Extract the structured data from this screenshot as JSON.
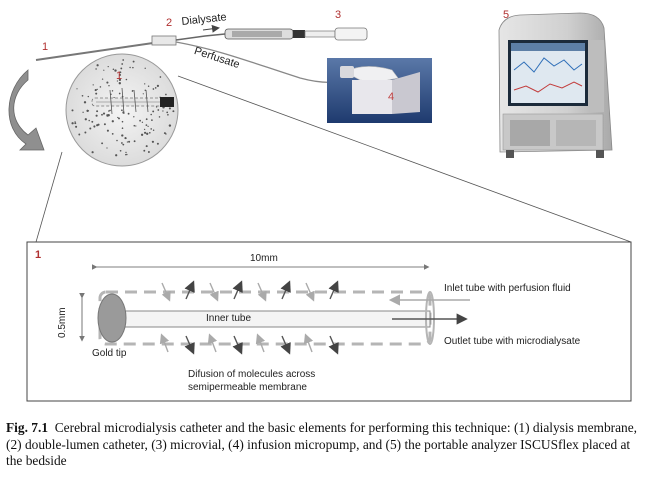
{
  "figure": {
    "top_labels": {
      "n1": "1",
      "n2": "2",
      "n3": "3",
      "n4": "4",
      "n5": "5",
      "dialysate": "Dialysate",
      "perfusate": "Perfusate",
      "inset_n1": "1"
    },
    "detail": {
      "panel_number": "1",
      "length": "10mm",
      "diameter": "0.5mm",
      "inlet": "Inlet tube with perfusion fluid",
      "outlet": "Outlet tube with microdialysate",
      "inner_tube": "Inner tube",
      "gold_tip": "Gold tip",
      "diffusion_line1": "Difusion of molecules across",
      "diffusion_line2": "semipermeable membrane"
    }
  },
  "caption": {
    "label": "Fig. 7.1",
    "text": "Cerebral microdialysis catheter and the basic elements for performing this technique: (1) dialysis membrane, (2) double-lumen catheter, (3) microvial, (4) infusion micropump, and (5) the portable analyzer ISCUSflex placed at the bedside"
  }
}
